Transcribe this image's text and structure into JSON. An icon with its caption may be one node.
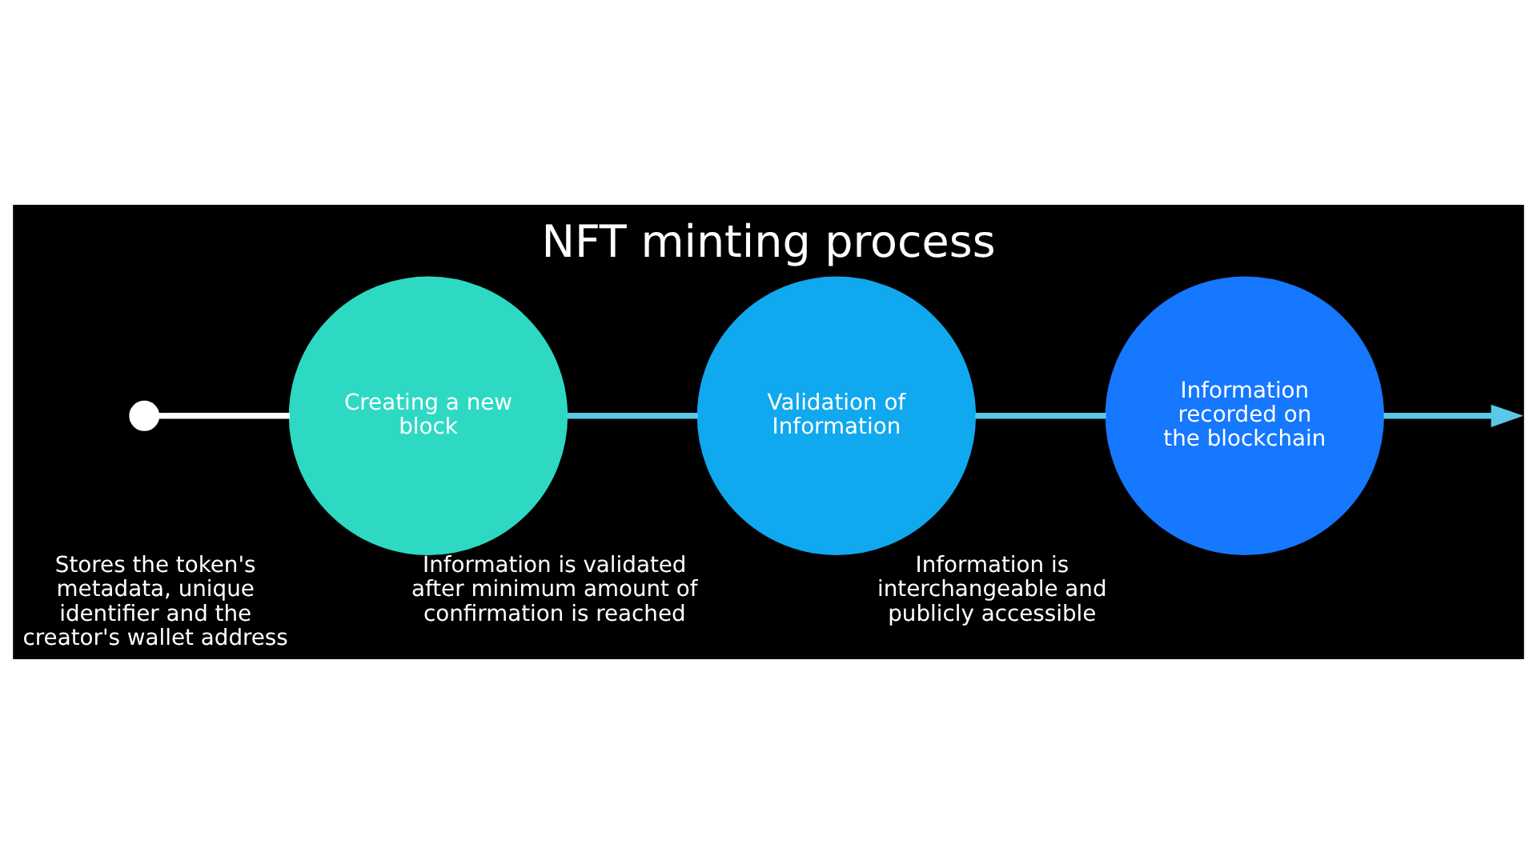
{
  "diagram": {
    "title": "NFT minting process",
    "nodes": [
      {
        "text": [],
        "shape": "circle"
      },
      {
        "text": [
          "Creating a new block"
        ],
        "beside": [
          "Stores the token's metadata, unique identifier and the creator's wallet address"
        ]
      },
      {
        "text": [
          "Validation of Information"
        ],
        "beside": [
          "Information is validated after minimum amount of confirmation is reached"
        ]
      },
      {
        "text": [
          "Information recorded on the blockchain"
        ],
        "beside": [
          "Information is interchangeable and publicly accessible"
        ]
      }
    ],
    "edges": [
      {
        "from": 0,
        "to": 1,
        "arrow": "none",
        "color": "#ffffff"
      },
      {
        "from": 1,
        "to": 2,
        "arrow": "none"
      },
      {
        "from": 2,
        "to": 3,
        "arrow": "none"
      },
      {
        "from": 3,
        "to": null,
        "arrow": "to"
      }
    ]
  }
}
